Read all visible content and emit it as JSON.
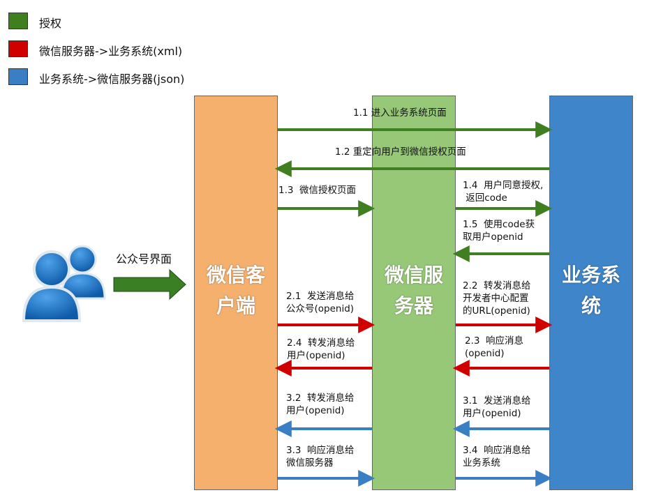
{
  "colors": {
    "green": "#3f7f1f",
    "red": "#d00000",
    "blue": "#3a7ec4",
    "client": "#f5b06e",
    "wechat_server": "#97c878",
    "business": "#3f85c9"
  },
  "legend": [
    {
      "label": "授权",
      "color": "#3f7f1f"
    },
    {
      "label": "微信服务器->业务系统(xml)",
      "color": "#d00000"
    },
    {
      "label": "业务系统->微信服务器(json)",
      "color": "#3a7ec4"
    }
  ],
  "lanes": {
    "client": {
      "title_line1": "微信客",
      "title_line2": "户端"
    },
    "wechat_server": {
      "title_line1": "微信服",
      "title_line2": "务器"
    },
    "business": {
      "title_line1": "业务系",
      "title_line2": "统"
    }
  },
  "user": {
    "label": "公众号界面",
    "icon": "users-icon"
  },
  "messages": {
    "m1_1": "1.1 进入业务系统页面",
    "m1_2": "1.2 重定向用户到微信授权页面",
    "m1_3": "1.3  微信授权页面",
    "m1_4": "1.4  用户同意授权,\n 返回code",
    "m1_5": "1.5  使用code获\n取用户openid",
    "m2_1": "2.1  发送消息给\n公众号(openid)",
    "m2_2": "2.2  转发消息给\n开发者中心配置\n的URL(openid)",
    "m2_3": "2.3  响应消息\n(openid)",
    "m2_4": "2.4  转发消息给\n用户(openid)",
    "m3_1": "3.1  发送消息给\n用户(openid)",
    "m3_2": "3.2  转发消息给\n用户(openid)",
    "m3_3": "3.3  响应消息给\n微信服务器",
    "m3_4": "3.4  响应消息给\n业务系统"
  }
}
